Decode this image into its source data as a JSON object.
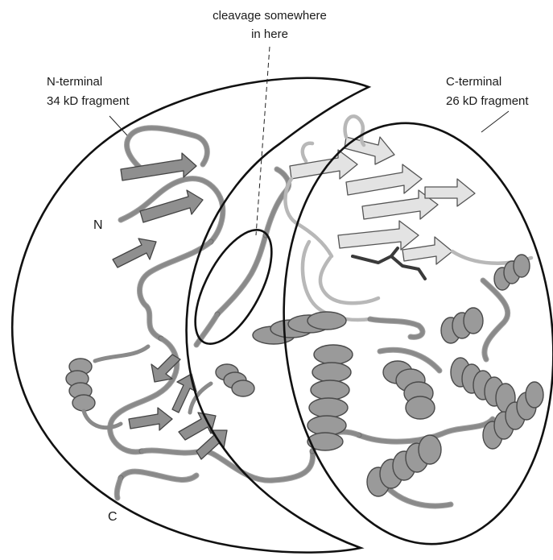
{
  "labels": {
    "cleavage_line1": "cleavage somewhere",
    "cleavage_line2": "in here",
    "n_fragment_line1": "N-terminal",
    "n_fragment_line2": "34 kD fragment",
    "c_fragment_line1": "C-terminal",
    "c_fragment_line2": "26 kD fragment",
    "n_terminus": "N",
    "c_terminus": "C"
  },
  "colors": {
    "outline": "#111111",
    "ribbon_dark": "#8f8f8f",
    "ribbon_light": "#e3e3e3"
  }
}
